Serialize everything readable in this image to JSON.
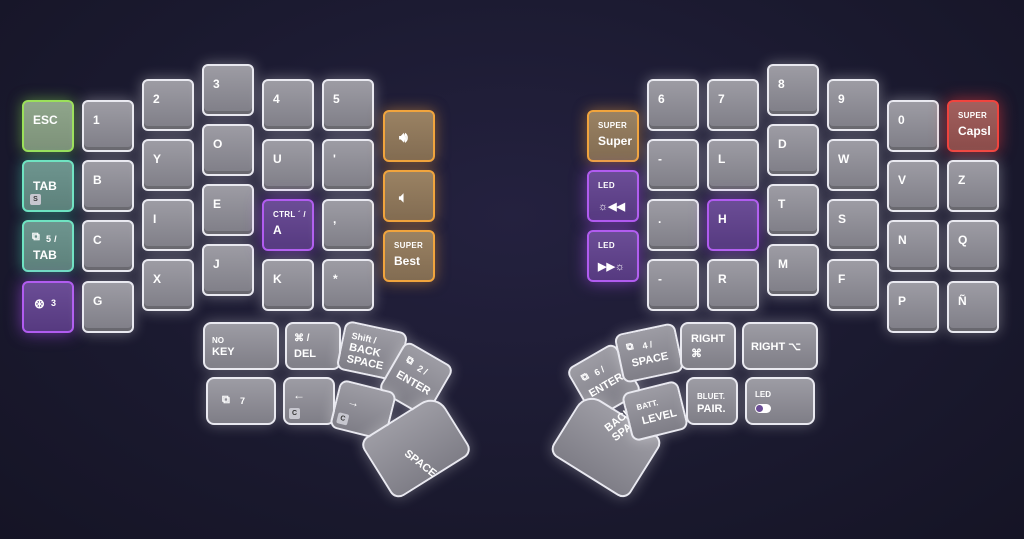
{
  "left": {
    "esc": "ESC",
    "one": "1",
    "two": "2",
    "three": "3",
    "four": "4",
    "five": "5",
    "tab": "TAB",
    "tab_badge": "S",
    "b": "B",
    "y": "Y",
    "o": "O",
    "u": "U",
    "apostrophe": "'",
    "layer5_sub": "5 /",
    "layer5_main": "TAB",
    "c": "C",
    "i": "I",
    "e": "E",
    "a_sub": "CTRL ´ /",
    "a_main": "A",
    "comma": ",",
    "layer3": "3",
    "g": "G",
    "x": "X",
    "j": "J",
    "k": "K",
    "asterisk": "*",
    "super_sub": "SUPER",
    "super_main": "Best",
    "thumbs": {
      "nokey_sub": "NO",
      "nokey_main": "KEY",
      "del_sub": "⌘ /",
      "del_main": "DEL",
      "bksp_sub": "Shift /",
      "bksp_main": "BACK\nSPACE",
      "enter_sub": "2 /",
      "enter_main": "ENTER",
      "layer7": "7",
      "left_arrow": "←",
      "right_arrow": "→",
      "arrow_badge": "C",
      "space": "SPACE"
    }
  },
  "right": {
    "super_sub": "SUPER",
    "super_main": "Super",
    "six": "6",
    "seven": "7",
    "eight": "8",
    "nine": "9",
    "zero": "0",
    "capsl_sub": "SUPER",
    "capsl_main": "Capsl",
    "led_label": "LED",
    "dash": "-",
    "l": "L",
    "d": "D",
    "w": "W",
    "v": "V",
    "z": "Z",
    "period": ".",
    "h": "H",
    "t": "T",
    "s": "S",
    "n": "N",
    "q": "Q",
    "minus": "-",
    "r": "R",
    "m": "M",
    "f": "F",
    "p": "P",
    "enye": "Ñ",
    "thumbs": {
      "enter_sub": "6 /",
      "enter_main": "ENTER",
      "space_sub": "4 /",
      "space_main": "SPACE",
      "right_main": "RIGHT",
      "right_cmd": "⌘",
      "right_opt": "RIGHT ⌥",
      "bksp": "BACK\nSPACE",
      "batt": "BATT.",
      "level": "LEVEL",
      "bluet": "BLUET.",
      "pair": "PAIR.",
      "led": "LED"
    }
  },
  "icons": {
    "volume_up": "speaker-up-icon",
    "volume_down": "speaker-down-icon",
    "brightness_down": "brightness-down-icon",
    "brightness_up": "brightness-up-icon",
    "layer": "layer-stack-icon",
    "toggle": "toggle-icon",
    "basketball": "ball-icon"
  },
  "colors": {
    "grey": "#8e8d96",
    "green": "#9be05a",
    "teal": "#6fe3c2",
    "purple": "#b15cf0",
    "orange": "#f1a43d",
    "red": "#f0443e"
  }
}
